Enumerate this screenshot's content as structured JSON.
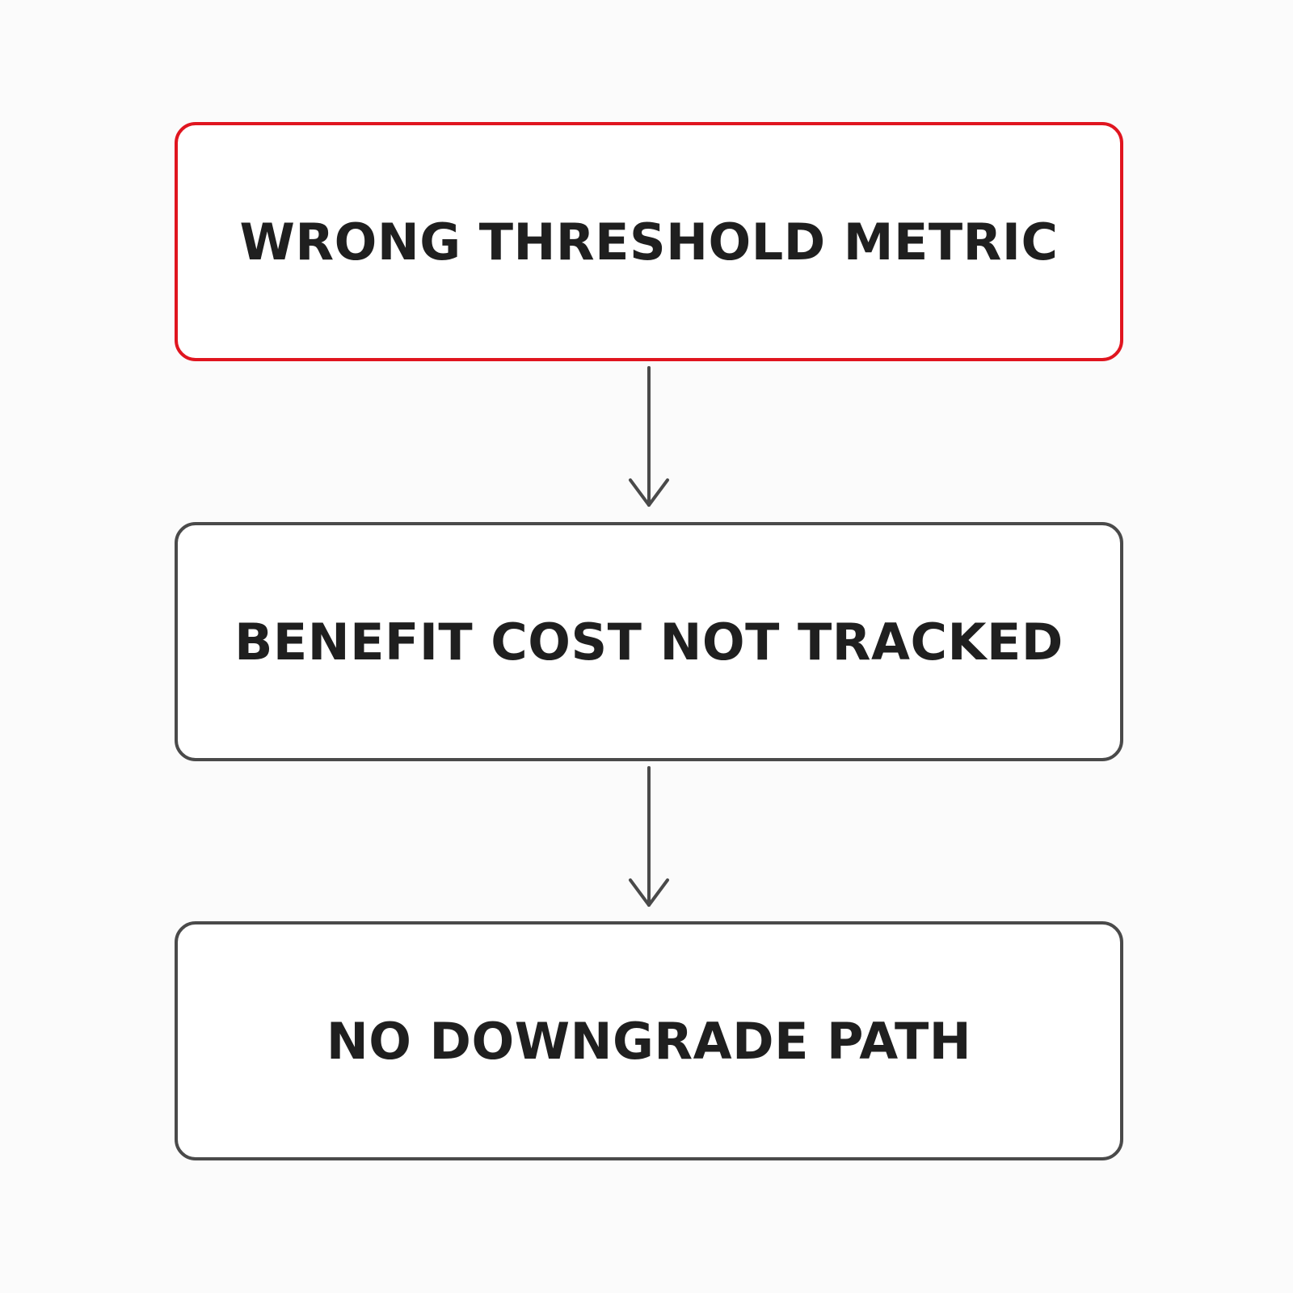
{
  "diagram": {
    "nodes": [
      {
        "id": "n1",
        "label": "WRONG THRESHOLD METRIC",
        "highlighted": true
      },
      {
        "id": "n2",
        "label": "BENEFIT COST NOT TRACKED",
        "highlighted": false
      },
      {
        "id": "n3",
        "label": "NO DOWNGRADE PATH",
        "highlighted": false
      }
    ],
    "edges": [
      {
        "from": "n1",
        "to": "n2"
      },
      {
        "from": "n2",
        "to": "n3"
      }
    ],
    "colors": {
      "highlight_border": "#e0151f",
      "border": "#4a4a4a",
      "text": "#1f1f1f",
      "arrow": "#4a4a4a",
      "background": "#fbfbfb"
    }
  }
}
